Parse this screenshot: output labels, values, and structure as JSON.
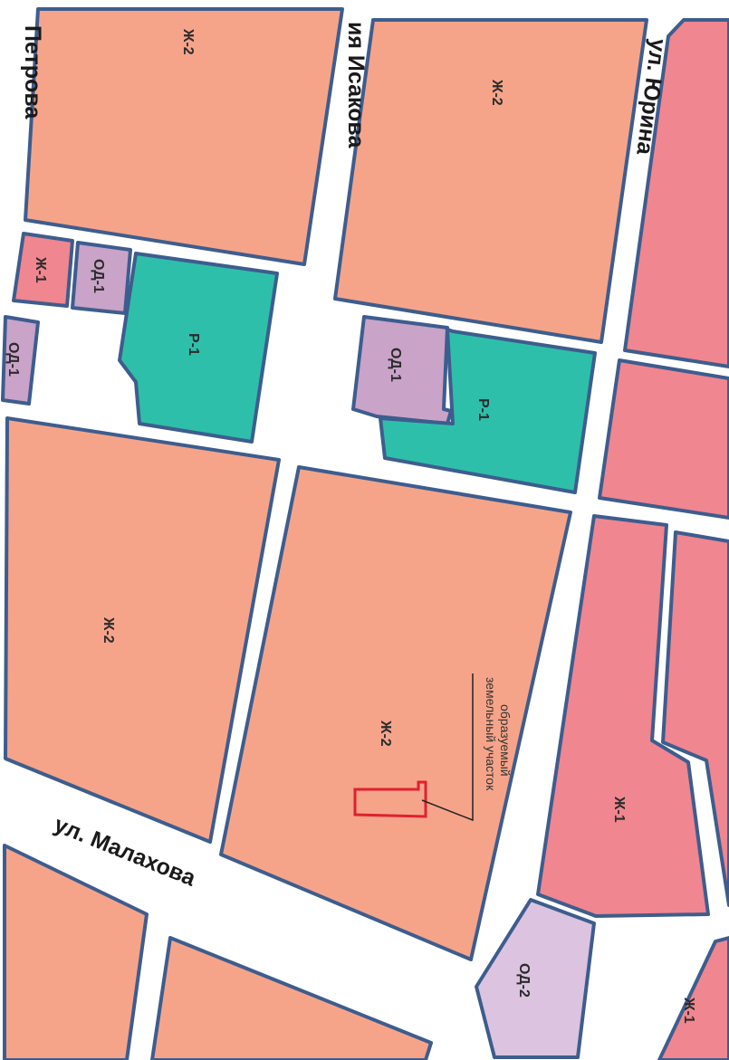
{
  "colors": {
    "zh2": "#f5a48a",
    "zh1": "#f0868f",
    "od1": "#c9a3c8",
    "od2": "#dcc3e0",
    "r1": "#2ebfaa",
    "boundary": "#3d5d8e",
    "road": "#ffffff",
    "parcel": "#e02030"
  },
  "streets": {
    "petrova": "Петрова",
    "isakova": "ия Исакова",
    "yurina": "ул. Юрина",
    "malakhova": "ул. Малахова"
  },
  "zones": {
    "zh2_top_left": "Ж-2",
    "zh2_top_right": "Ж-2",
    "zh1_small": "Ж-1",
    "od1_small": "ОД-1",
    "r1_left": "Р-1",
    "od1_edge": "ОД-1",
    "od1_center": "ОД-1",
    "r1_center": "Р-1",
    "zh2_mid_left": "Ж-2",
    "zh2_main": "Ж-2",
    "zh1_right": "Ж-1",
    "od2_bottom": "ОД-2",
    "zh1_corner": "Ж-1"
  },
  "annotation": {
    "line1": "образуемый",
    "line2": "земельный участок"
  }
}
